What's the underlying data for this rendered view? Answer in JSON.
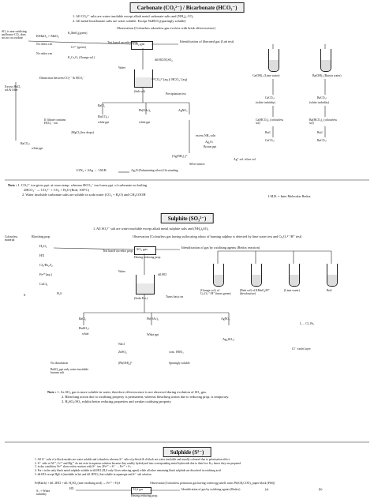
{
  "carbonate": {
    "heading": "Carbonate (CO₃²⁻) / Bicarbonate (HCO₃⁻)",
    "rules": [
      "1. All CO₃²⁻ salts are water insoluble except alkali metal carbonate salts and (NH₄)₂ CO₃",
      "2. All metal bicarbonate salts are water soluble. Except NaHCO₃(sparingly soluble)"
    ],
    "observation": "Observation [Colourless odourless gas evolves with brisk effervescence]",
    "gas": "CO₂ gas",
    "gas_test": "Identification of liberated gas (Lab test)",
    "side_left": "SO₂ is non-oxidising and hence CO₂ does not act as oxidant",
    "kmno4_top": "K₂MnO₄(green)",
    "kmno4_reag": "KMnO₄ + MnO₂",
    "no_rxn": "No redox rxn",
    "cr_green": "Cr³⁺ (green)",
    "cr_orange": "K₂Cr₂O₇ (Orange sol.)",
    "test_based": "Test based on redox prop.",
    "acid": "dil.HCl/H₂SO₄",
    "water": "Water",
    "salt": "(Salt sol)",
    "hco3_label": "CO₃²⁻(aq.)/ HCO₃⁻(aq)",
    "distinction": "Distinction between CO₃²⁻ & HCO₃⁻",
    "precip_test": "Precipitation test",
    "excess": "Excess BaCl₂ sol.& filter",
    "lime": "Ca(OH)₂ (Lime water)",
    "baryta": "Ba(OH)₂ (Baryta water)",
    "white_turb": "(white turbidity)",
    "cahco3": "Ca(HCO₃)₂ (colourless sol)",
    "bahco3": "Ba(HCO₃)₂ (colourless sol)",
    "boil": "Boil",
    "caco3": "CaCO₃↓",
    "baco3": "BaCO₃↓",
    "bacl2": "BaCl₂",
    "pboac": "Pb(OAc)₂",
    "agno3": "AgNO₃",
    "white_ppt": "white ppt",
    "filtrate": "If filtrate contains HCO₃⁻ ion",
    "hgcl2": "2HgCl₂(few drops)",
    "nh3": "excess NH₃ soln",
    "brown_ppt": "Brown ppt",
    "ag2o": "Ag₂O↓",
    "agnh3": "[Ag(NH₃)₂]⁺",
    "silver_mirror": "Silver mirror",
    "ag_dep": "Ag⁺ sol. silver sol",
    "imr_eq": "1/2N₂ + 3Ag ← I.M.R",
    "cool_reaction": "Ag₃N (Fulminating silver) On standing",
    "note_heading": "Note :",
    "notes": [
      "1. CO₃²⁻ ion gives ppt. at room temp. whereas HCO₃⁻ ion forms ppt. of carbonate on boiling",
      "2HCO₃⁻ → CO₃²⁻ + CO₂ + H₂O  (Boil, 100°C)",
      "2. Water insoluble carbonate salts are soluble in soda water (CO₂ + H₂O) and CH₃COOH"
    ],
    "imr_key": "I.M.R. = Inter Molecular Redox"
  },
  "sulphite": {
    "heading": "Sulphite (SO₃²⁻)",
    "rule": "1. All SO₃²⁻ salt are water insoluble except alkali metal sulphite salts and (NH₄)₂SO₃",
    "observation": "Observation [Colourless gas having suffocating odour of burning sulphur is detected by lime water test and Cr₂O₇²⁻/H⁺ test]",
    "gas": "SO₂ gas",
    "gas_test": "Identification of gas by oxidising agents (Redox reaction)",
    "reducing": "Having reducing prop.",
    "test_based": "Test based on redox prop.",
    "colourless": "Colourless material",
    "bleach": "Bleaching prop.",
    "h2o2": "H₂O₂",
    "hx": "HX",
    "cl2": "Cl₂/Br₂/I₂",
    "fe": "Fe³⁺(aq.)",
    "cacl2": "CaCl₂",
    "s": "S",
    "h2s": "H₂S",
    "acid": "dil.HCl",
    "water": "Water",
    "soda": "(Soda Ext.)",
    "turns": "Turns basic on",
    "tube_a": "(Orange sol.) of Cr₂O₇²⁻/H⁺ (turns green)",
    "tube_b": "(Pink sol) of KMnO₄/H⁺ (decolourise)",
    "tube_c": "(Lime water)",
    "tube_d": "Boil",
    "bacl2": "BaCl₂",
    "agno3": "AgNO₃",
    "pb": "Pb(OAc)₂",
    "baso3": "BaSO₃↓",
    "ag2so3": "Ag₂SO₃↓",
    "white": "white",
    "white_ppt": "White ppt",
    "nacl": "NaCl",
    "znso4": "ZnSO₄",
    "no_diss": "No dissolution",
    "baso4_note": "BaSO₄ ppt only water insoluble barium salt",
    "hn03": "conc. HNO₃",
    "pbo": "[Pb(OH)₄]²⁻",
    "sparingly": "Sparingly soluble",
    "i2": "I₂ ... Cl₂ Br₂",
    "cr_violet": "Cl⁻ violet layer",
    "note_heading": "Note :",
    "notes": [
      "1. As SO₃ gas is more soluble in water, therefore effervescence is not observed during evolution of SO₂ gas.",
      "2. Bleaching action due to oxidising property is permanent, whereas bleaching action due to reducing prop. is temporary.",
      "3. H₂SO₃/SO₂ exhibit better reducing properties and weaker oxidising property."
    ]
  },
  "sulphide": {
    "heading": "Sulphide (S²⁻)",
    "points": [
      "1. All S²⁻ salts of s-block metals are water soluble and colourless whereas S²⁻ salts of p-block & d-block are water insoluble and usually coloured due to polarisation effect.",
      "2. S²⁻ salts of Al³⁺, Cr³⁺ and Mg²⁺ do not exist in aqueous solution because they readily hydrolysed into corresponding metal hydroxide due to their low Kₛₚ hence they are prepared",
      "3. in dry condition. Fe³⁺ show redox reaction with S²⁻ ion. 2Fe³⁺ + S²⁻ → Fe²⁺ + S↓",
      "4. For s in the only black metal sulphide soluble in dil.HCl (H₂S only Gives reducing agent) while all other remaining black sulphide are dissolved in oxidising acid",
      "5. dil.HCl except HgS it (insoluble in hot and dil. HNO₃) but soluble in aquaregia and S²⁻ salt solution"
    ],
    "fe_line": "Fe(Black) + dil. 2HCl + dil. H₂SO₄ (non-oxidising acid) → Fe²⁺ + H₂S",
    "observation": "Observation [Colourless poisonous gas having rotten egg smell, turns Pb(CH₃COO)₂ paper black (PbS)]",
    "gas": "H₂S gas",
    "gas_test": "Identification of gas by oxidising agents (Redox)",
    "reducing": "Having reducing prop.",
    "hx": "HX",
    "white_turb": "S↓ + White turbidity",
    "tube_a": "(a)",
    "tube_b": "(b)"
  }
}
